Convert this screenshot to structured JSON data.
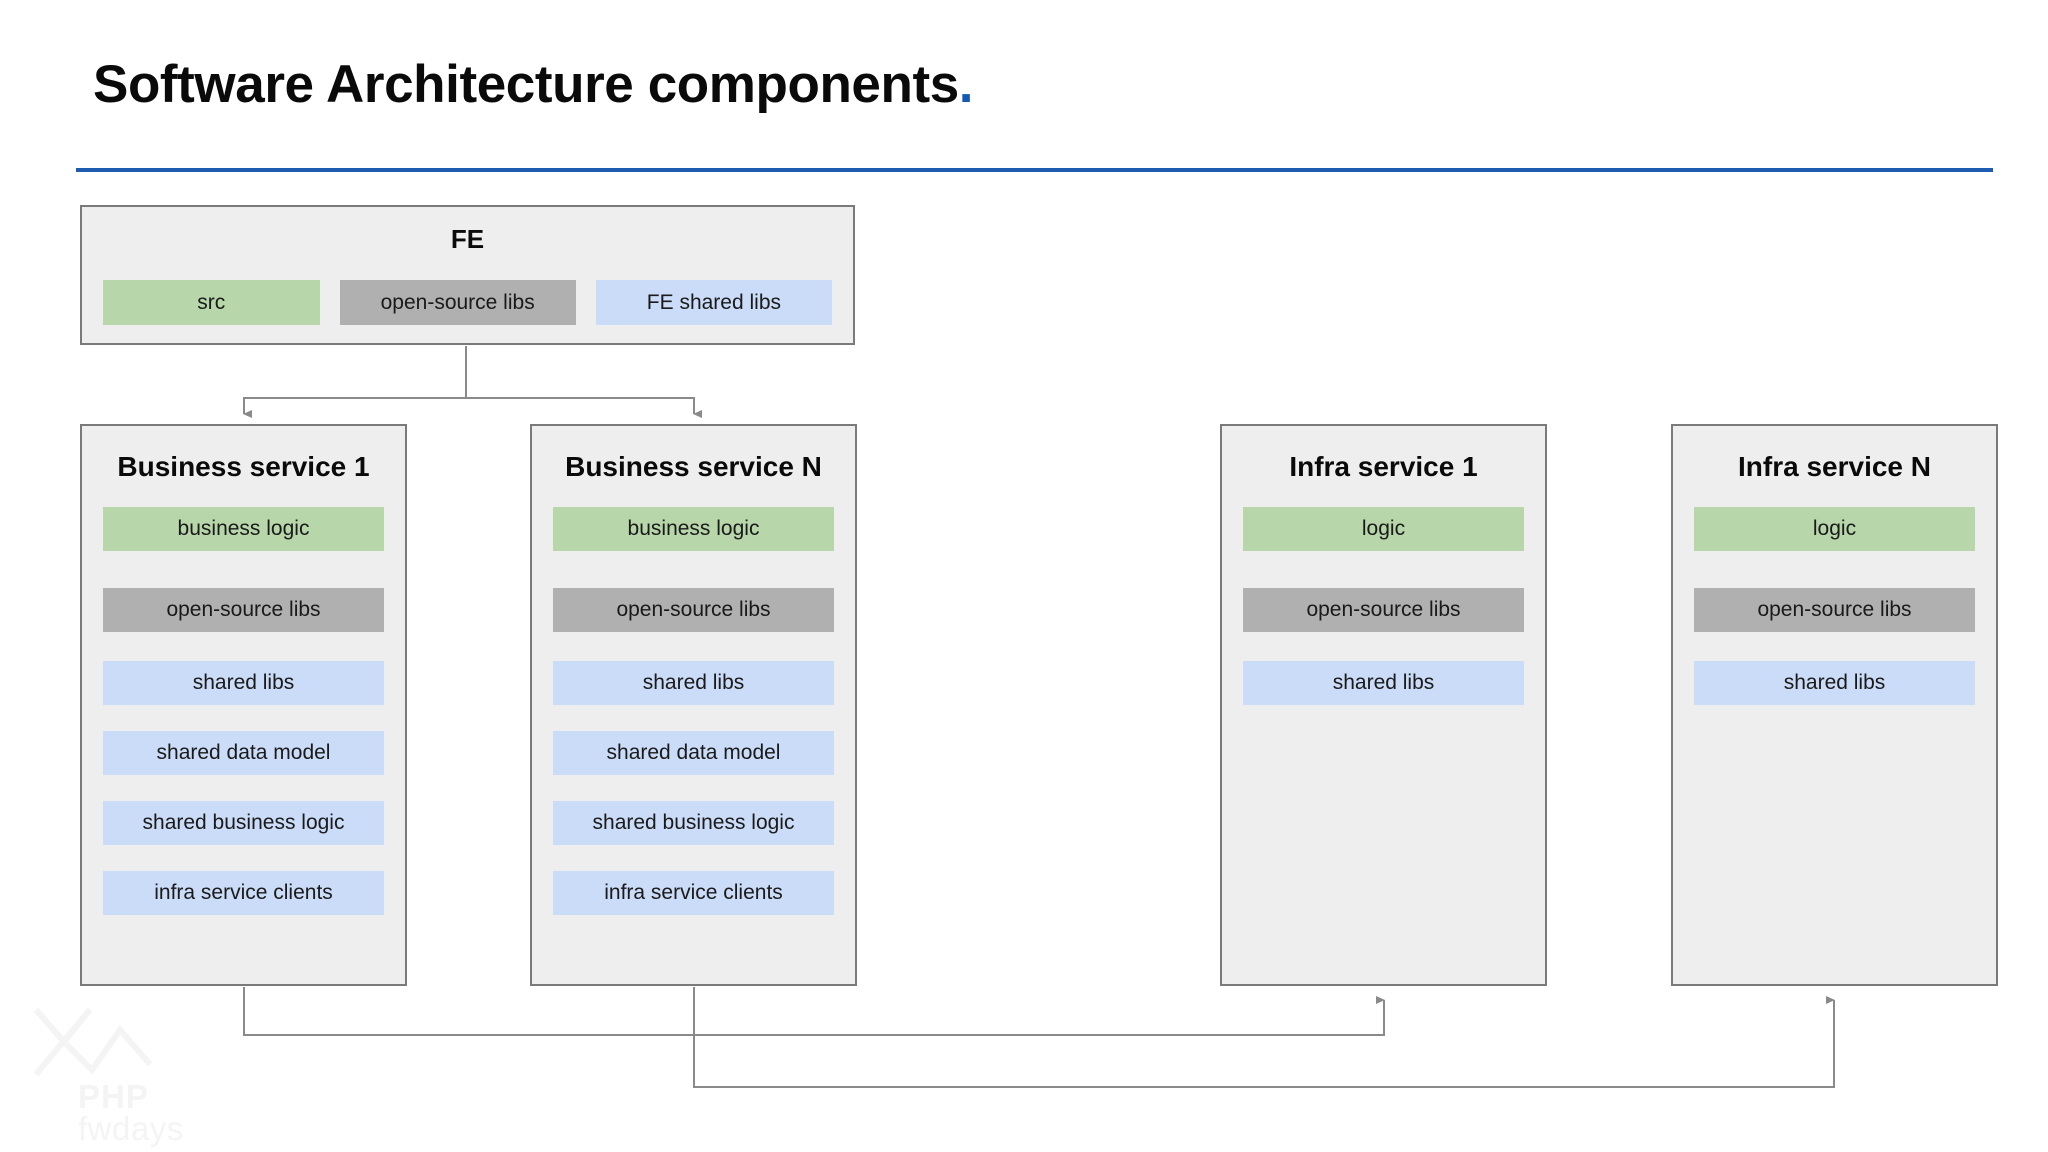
{
  "title": {
    "text": "Software Architecture components",
    "dot": ".",
    "accent_color": "#1458b4",
    "rule_color": "#1d5cb0"
  },
  "palette": {
    "box_fill": "#eeeeee",
    "box_border": "#7a7a7a",
    "chip_green": "#b7d7aa",
    "chip_gray": "#b0b0b0",
    "chip_blue": "#cbdcf8",
    "connector": "#8a8a8a",
    "background": "#ffffff"
  },
  "fe": {
    "title": "FE",
    "chips": [
      {
        "label": "src",
        "color": "green"
      },
      {
        "label": "open-source libs",
        "color": "gray"
      },
      {
        "label": "FE shared libs",
        "color": "blue"
      }
    ]
  },
  "services": [
    {
      "id": "business-service-1",
      "title": "Business service 1",
      "chips": [
        {
          "label": "business logic",
          "color": "green"
        },
        {
          "label": "open-source libs",
          "color": "gray"
        },
        {
          "label": "shared libs",
          "color": "blue"
        },
        {
          "label": "shared data model",
          "color": "blue"
        },
        {
          "label": "shared business logic",
          "color": "blue"
        },
        {
          "label": "infra service clients",
          "color": "blue"
        }
      ]
    },
    {
      "id": "business-service-n",
      "title": "Business service N",
      "chips": [
        {
          "label": "business logic",
          "color": "green"
        },
        {
          "label": "open-source libs",
          "color": "gray"
        },
        {
          "label": "shared libs",
          "color": "blue"
        },
        {
          "label": "shared data model",
          "color": "blue"
        },
        {
          "label": "shared business logic",
          "color": "blue"
        },
        {
          "label": "infra service clients",
          "color": "blue"
        }
      ]
    },
    {
      "id": "infra-service-1",
      "title": "Infra service 1",
      "chips": [
        {
          "label": "logic",
          "color": "green"
        },
        {
          "label": "open-source libs",
          "color": "gray"
        },
        {
          "label": "shared libs",
          "color": "blue"
        }
      ]
    },
    {
      "id": "infra-service-n",
      "title": "Infra service N",
      "chips": [
        {
          "label": "logic",
          "color": "green"
        },
        {
          "label": "open-source libs",
          "color": "gray"
        },
        {
          "label": "shared libs",
          "color": "blue"
        }
      ]
    }
  ],
  "connections": [
    {
      "from": "FE",
      "to": "Business service 1"
    },
    {
      "from": "FE",
      "to": "Business service N"
    },
    {
      "from": "Business service 1",
      "to": "Infra service 1"
    },
    {
      "from": "Business service N",
      "to": "Infra service N"
    }
  ],
  "watermark": {
    "line1": "PHP",
    "line2": "fwdays"
  }
}
